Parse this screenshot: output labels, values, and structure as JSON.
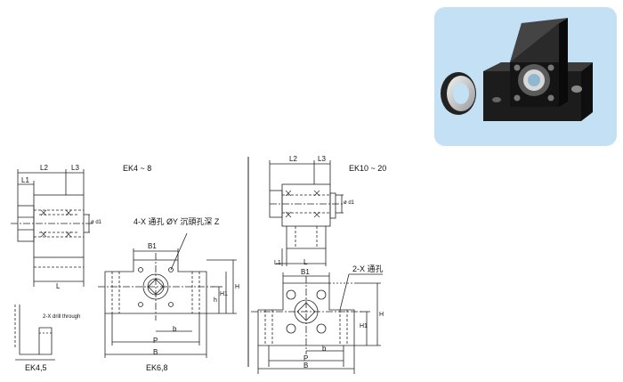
{
  "labels": {
    "ek48_title": "EK4 ~ 8",
    "ek1020_title": "EK10 ~ 20",
    "ek45_title": "EK4,5",
    "ek68_title": "EK6,8",
    "note_counterbore": "4-X 通孔 ØY 沉頭孔深 Z",
    "note_2x_hole": "2-X 通孔",
    "note_2x_drill": "2-X drill through",
    "L": "L",
    "L1": "L1",
    "L2": "L2",
    "L3": "L3",
    "d1": "ø d1",
    "B1": "B1",
    "B": "B",
    "P": "P",
    "b": "b",
    "h": "h",
    "H": "H",
    "H1": "H1"
  },
  "colors": {
    "photo_bg": "#c3e0f4",
    "line": "#222222",
    "cross": "#3a3a3a",
    "block": "#1a1a1a"
  }
}
